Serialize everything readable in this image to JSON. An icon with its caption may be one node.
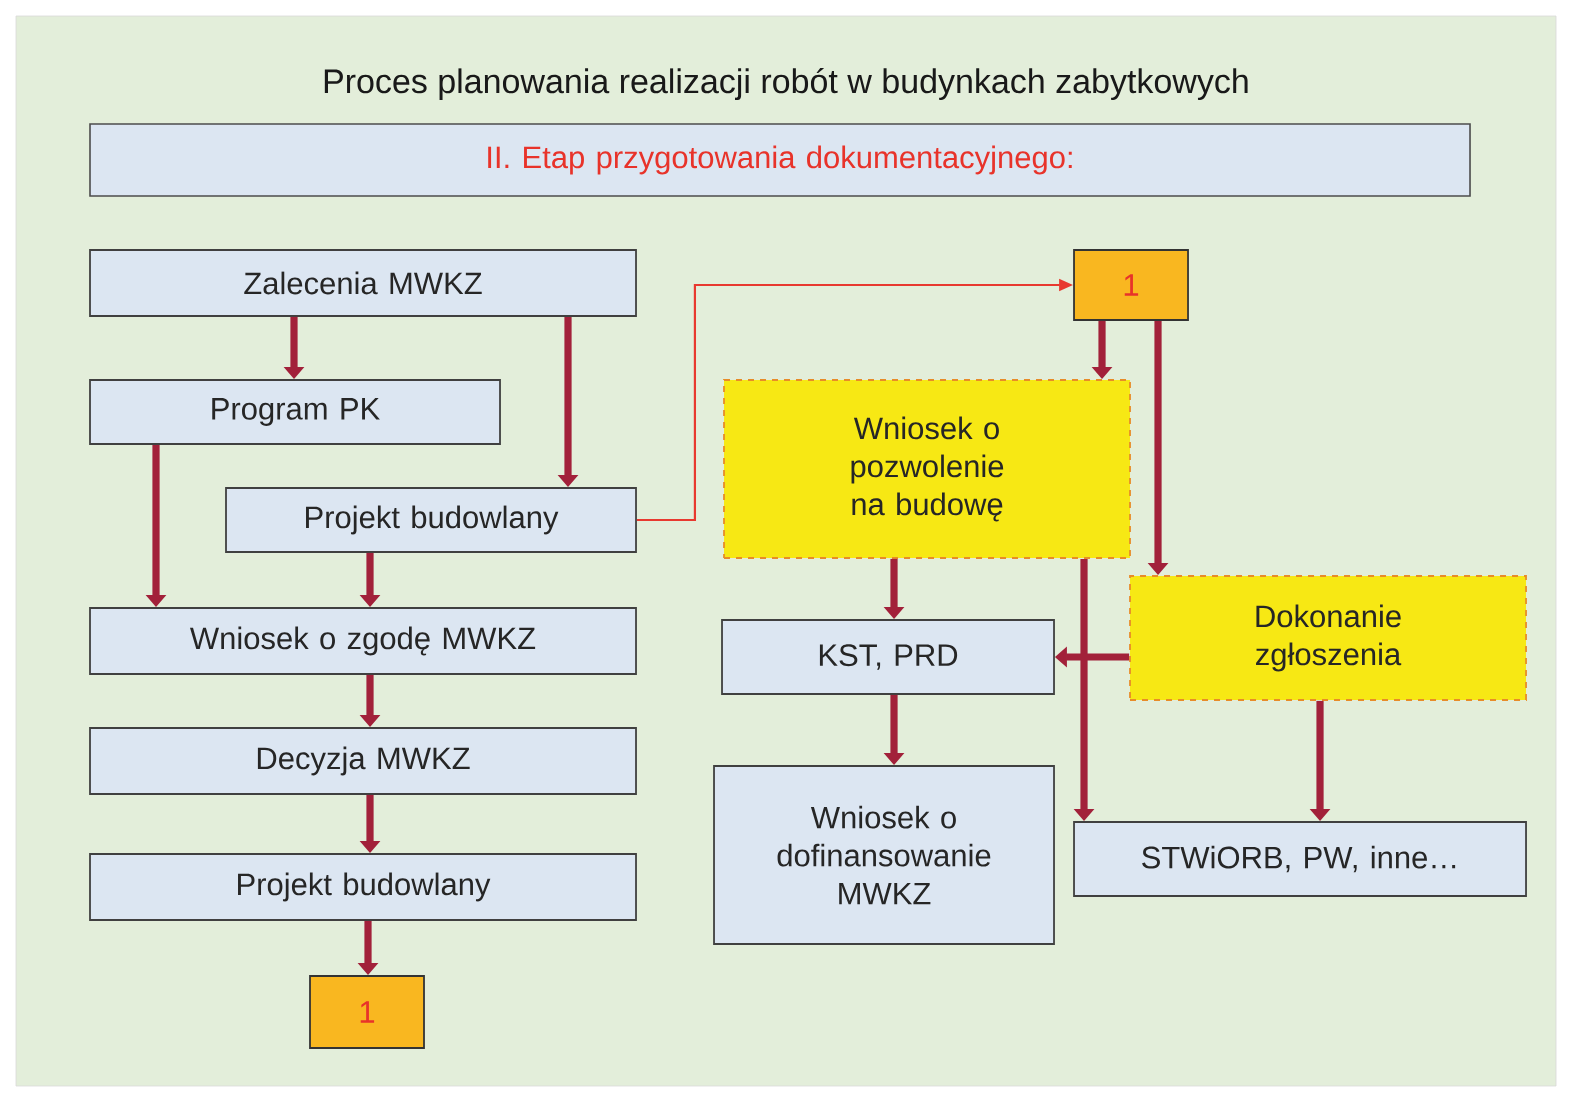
{
  "diagram": {
    "title": "Proces planowania realizacji robót w budynkach zabytkowych",
    "nodes": [
      {
        "text": [
          "II. Etap przygotowania dokumentacyjnego:"
        ]
      },
      {
        "text": [
          "Zalecenia MWKZ"
        ]
      },
      {
        "text": [
          "Program PK"
        ]
      },
      {
        "text": [
          "Projekt budowlany"
        ]
      },
      {
        "text": [
          "Wniosek o zgodę MWKZ"
        ]
      },
      {
        "text": [
          "Decyzja MWKZ"
        ]
      },
      {
        "text": [
          "Projekt budowlany"
        ]
      },
      {
        "text": [
          "1"
        ]
      },
      {
        "text": [
          "1"
        ]
      },
      {
        "text": [
          "Wniosek o pozwolenie na budowę"
        ]
      },
      {
        "text": [
          "Dokonanie zgłoszenia"
        ]
      },
      {
        "text": [
          "KST, PRD"
        ]
      },
      {
        "text": [
          "Wniosek o dofinansowanie MWKZ"
        ]
      },
      {
        "text": [
          "STWiORB, PW, inne…"
        ]
      }
    ],
    "edges": [
      {
        "from": 1,
        "to": 2,
        "arrow": "to"
      },
      {
        "from": 1,
        "to": 3,
        "arrow": "to"
      },
      {
        "from": 2,
        "to": 4,
        "arrow": "to"
      },
      {
        "from": 3,
        "to": 4,
        "arrow": "to"
      },
      {
        "from": 4,
        "to": 5,
        "arrow": "to"
      },
      {
        "from": 5,
        "to": 6,
        "arrow": "to"
      },
      {
        "from": 6,
        "to": 7,
        "arrow": "to"
      },
      {
        "from": 3,
        "to": 8,
        "arrow": "to",
        "color": "#e8392f"
      },
      {
        "from": 8,
        "to": 9,
        "arrow": "to"
      },
      {
        "from": 8,
        "to": 10,
        "arrow": "to"
      },
      {
        "from": 9,
        "to": 11,
        "arrow": "to"
      },
      {
        "from": 11,
        "to": 12,
        "arrow": "to"
      },
      {
        "from": 9,
        "to": 13,
        "arrow": "to"
      },
      {
        "from": 10,
        "to": 11,
        "arrow": "to"
      },
      {
        "from": 10,
        "to": 13,
        "arrow": "to"
      }
    ]
  }
}
